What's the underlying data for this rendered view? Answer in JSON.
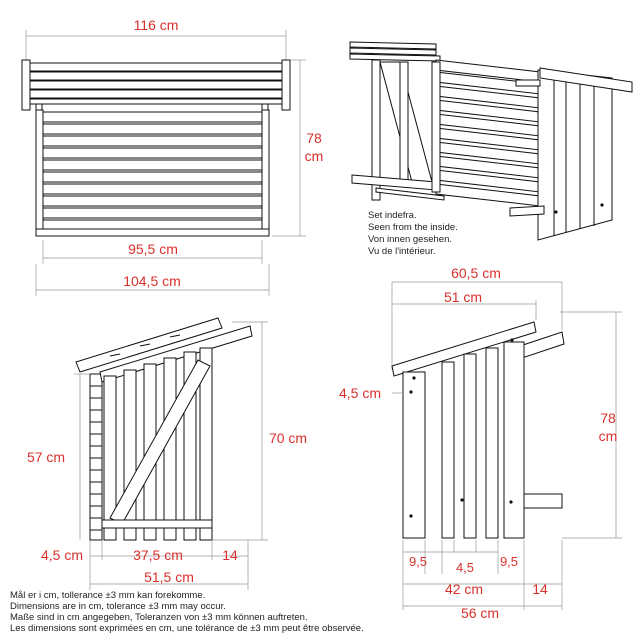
{
  "front_view": {
    "width_total": "116 cm",
    "height": "78\ncm",
    "inner_width": "95,5 cm",
    "outer_width": "104,5 cm"
  },
  "perspective_view": {
    "caption_lines": [
      "Set indefra.",
      "Seen from the inside.",
      "Von innen gesehen.",
      "Vu de l'intérieur."
    ]
  },
  "side_view": {
    "front_height": "57 cm",
    "back_height": "70 cm",
    "post_width": "4,5 cm",
    "inner_depth": "37,5 cm",
    "overhang": "14",
    "depth_total": "51,5 cm"
  },
  "end_view": {
    "roof_depth": "60,5 cm",
    "top_depth": "51 cm",
    "board_offset": "4,5 cm",
    "height": "78\ncm",
    "gap_left": "9,5",
    "gap_mid": "4,5",
    "gap_right": "9,5",
    "base_depth": "42 cm",
    "overhang": "14",
    "depth_total": "56 cm"
  },
  "tolerance_notes": [
    "Mål er i cm, tollerance ±3 mm kan forekomme.",
    "Dimensions are in cm, tolerance ±3 mm may occur.",
    "Maße sind in cm angegeben, Toleranzen von ±3 mm können auftreten.",
    "Les dimensions sont exprimées en cm, une tolérance de ±3 mm peut être observée."
  ]
}
